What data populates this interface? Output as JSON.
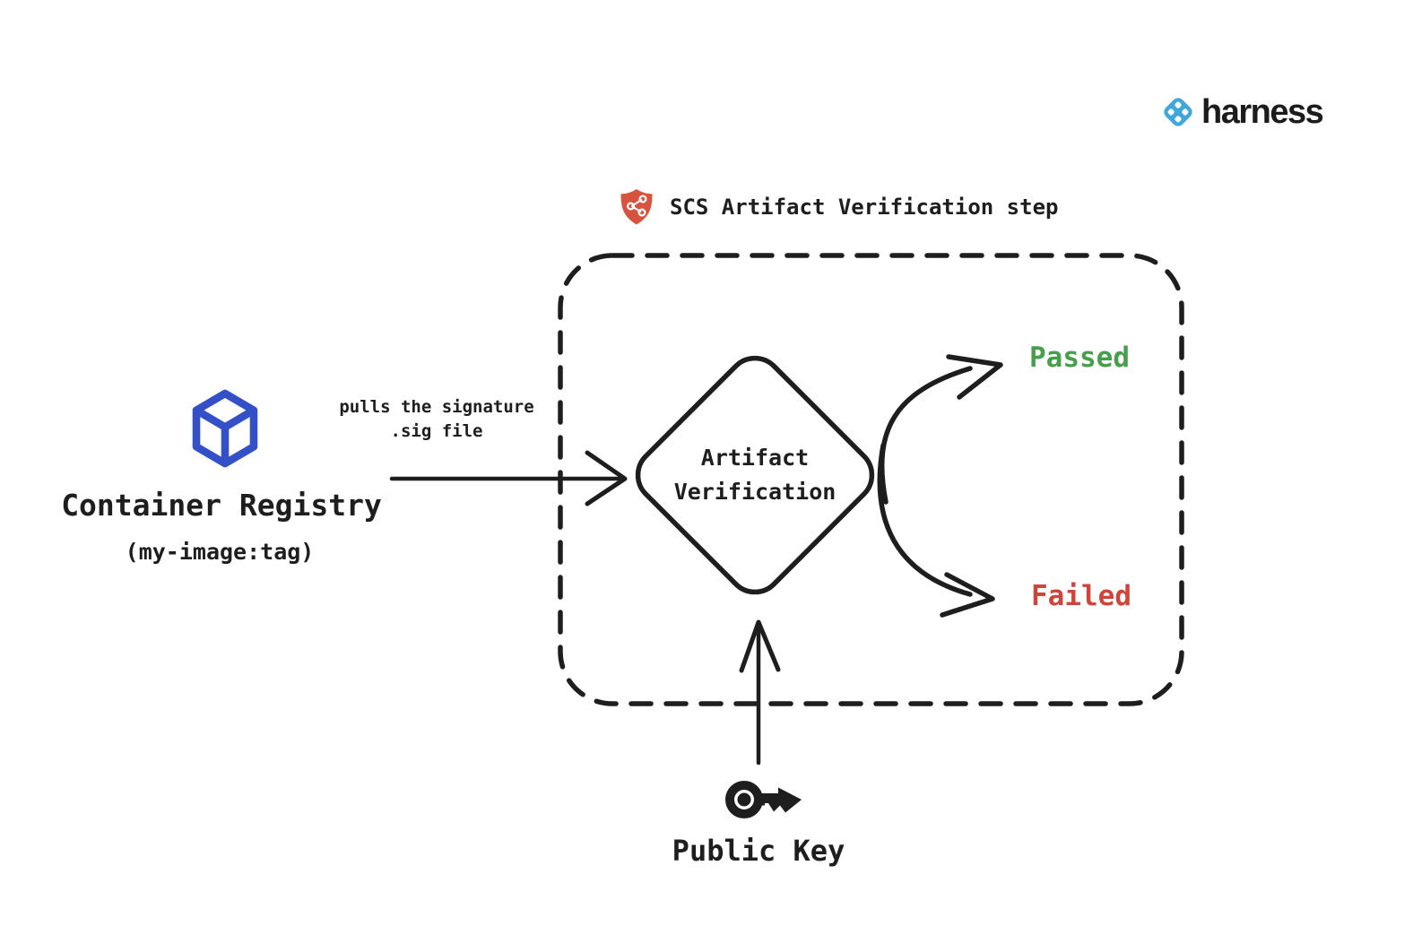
{
  "brand": {
    "name": "harness",
    "logo_blue": "#3fa7dd"
  },
  "step": {
    "title": "SCS Artifact Verification step",
    "shield_red": "#d8533f"
  },
  "registry": {
    "name": "Container Registry",
    "image": "(my-image:tag)",
    "cube_blue": "#3450c8"
  },
  "pull_label": {
    "line1": "pulls the signature",
    "line2": ".sig file"
  },
  "decision": {
    "line1": "Artifact",
    "line2": "Verification"
  },
  "outcomes": {
    "passed": "Passed",
    "failed": "Failed",
    "passed_color": "#46a04b",
    "failed_color": "#d0453b"
  },
  "public_key": {
    "label": "Public Key"
  },
  "colors": {
    "ink": "#1e1e1e",
    "background": "#ffffff"
  }
}
